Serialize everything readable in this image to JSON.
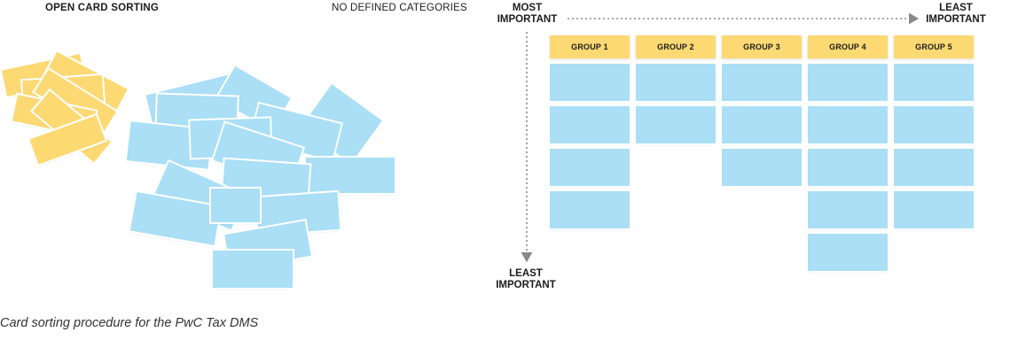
{
  "left_panel": {
    "title": "OPEN CARD SORTING",
    "subtitle": "NO DEFINED CATEGORIES"
  },
  "right_panel": {
    "axis_top_left": "MOST\nIMPORTANT",
    "axis_top_right": "LEAST\nIMPORTANT",
    "axis_bottom": "LEAST\nIMPORTANT",
    "groups": [
      {
        "label": "GROUP 1",
        "cards": 4
      },
      {
        "label": "GROUP 2",
        "cards": 2
      },
      {
        "label": "GROUP 3",
        "cards": 3
      },
      {
        "label": "GROUP 4",
        "cards": 5
      },
      {
        "label": "GROUP 5",
        "cards": 4
      }
    ]
  },
  "caption": "Card sorting procedure for the PwC Tax DMS",
  "colors": {
    "card_blue": "#aadff6",
    "card_yellow": "#fdd974",
    "arrow_gray": "#888888"
  }
}
